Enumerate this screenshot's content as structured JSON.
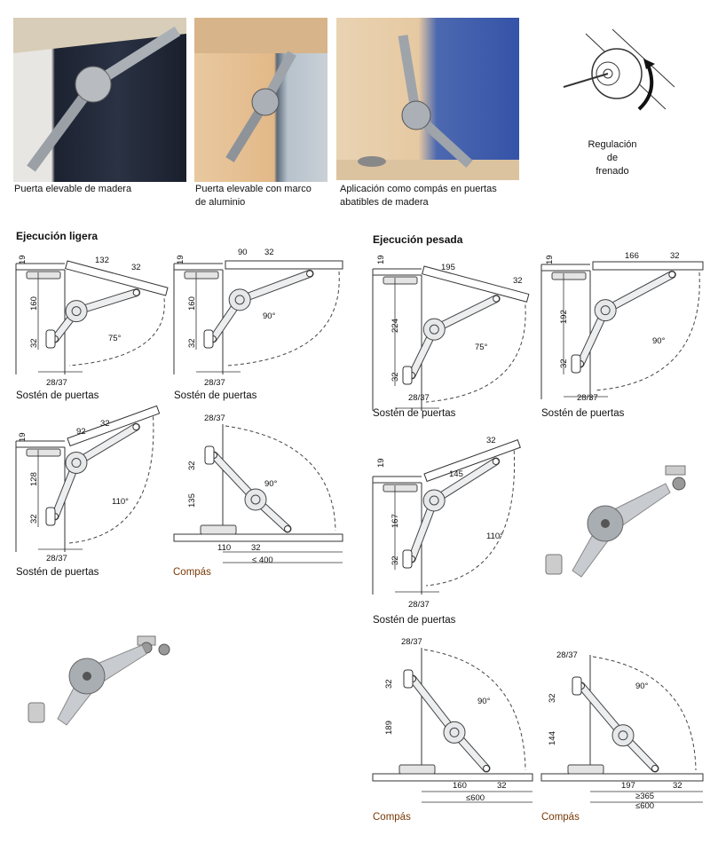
{
  "photos": [
    {
      "caption": "Puerta elevable de madera"
    },
    {
      "caption_lines": [
        "Puerta elevable con marco",
        "de aluminio"
      ]
    },
    {
      "caption_lines": [
        "Aplicación como compás en puertas",
        "abatibles de madera"
      ]
    }
  ],
  "regulation": {
    "caption_lines": [
      "Regulación",
      "de",
      "frenado"
    ]
  },
  "sections": {
    "ligera": {
      "title": "Ejecución ligera"
    },
    "pesada": {
      "title": "Ejecución pesada"
    }
  },
  "diagrams": [
    {
      "caption": "Sostén de puertas",
      "angle": 75,
      "labels": [
        "19",
        "132",
        "32",
        "160",
        "32",
        "75°",
        "28/37"
      ]
    },
    {
      "caption": "Sostén de puertas",
      "angle": 90,
      "labels": [
        "19",
        "90",
        "32",
        "160",
        "32",
        "90°",
        "28/37"
      ]
    },
    {
      "caption": "Sostén de puertas",
      "angle": 110,
      "labels": [
        "19",
        "92",
        "32",
        "128",
        "32",
        "110°",
        "28/37"
      ]
    },
    {
      "caption": "Compás",
      "angle": 90,
      "labels": [
        "28/37",
        "32",
        "135",
        "90°",
        "110",
        "32",
        "≤ 400"
      ]
    },
    {
      "caption": "Sostén de puertas",
      "angle": 75,
      "labels": [
        "19",
        "195",
        "32",
        "224",
        "32",
        "75°",
        "28/37"
      ]
    },
    {
      "caption": "Sostén de puertas",
      "angle": 90,
      "labels": [
        "19",
        "166",
        "32",
        "192",
        "32",
        "90°",
        "28/37"
      ]
    },
    {
      "caption": "Sostén de puertas",
      "angle": 110,
      "labels": [
        "19",
        "145",
        "32",
        "167",
        "32",
        "110°",
        "28/37"
      ]
    },
    {
      "caption": "Compás",
      "angle": 90,
      "labels": [
        "28/37",
        "32",
        "90°",
        "189",
        "160",
        "32",
        "≤600"
      ]
    },
    {
      "caption": "Compás",
      "angle": 90,
      "labels": [
        "28/37",
        "32",
        "90°",
        "144",
        "197",
        "32",
        "≥365",
        "≤600"
      ]
    }
  ],
  "colors": {
    "compas_caption": "#7a3a06",
    "line": "#333333",
    "arm": "#bfc2c4"
  }
}
